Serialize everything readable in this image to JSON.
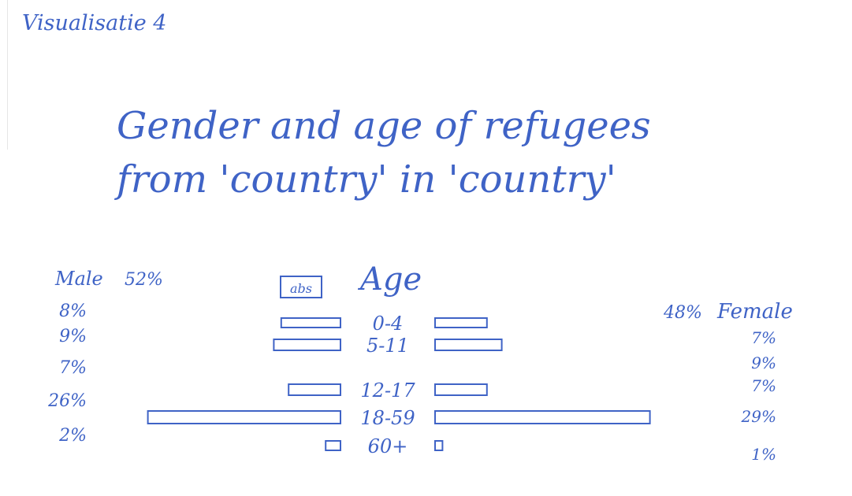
{
  "header": {
    "label": "Visualisatie 4",
    "title_line1": "Gender and age of refugees",
    "title_line2": "from 'country' in 'country'"
  },
  "colors": {
    "ink": "#3f63c6"
  },
  "chart_data": {
    "type": "bar",
    "subtype": "population-pyramid",
    "title": "Gender and age of refugees from 'country' in 'country'",
    "center_label": "Age",
    "legend_button": "abs",
    "categories": [
      "0-4",
      "5-11",
      "12-17",
      "18-59",
      "60+"
    ],
    "left_group": {
      "name": "Male",
      "total_label": "52%"
    },
    "right_group": {
      "name": "Female",
      "total_label": "48%"
    },
    "series": [
      {
        "name": "Male",
        "values": [
          8,
          9,
          7,
          26,
          2
        ],
        "labels": [
          "8%",
          "9%",
          "7%",
          "26%",
          "2%"
        ]
      },
      {
        "name": "Female",
        "values": [
          7,
          9,
          7,
          29,
          1
        ],
        "labels": [
          "7%",
          "9%",
          "7%",
          "29%",
          "1%"
        ]
      }
    ]
  }
}
